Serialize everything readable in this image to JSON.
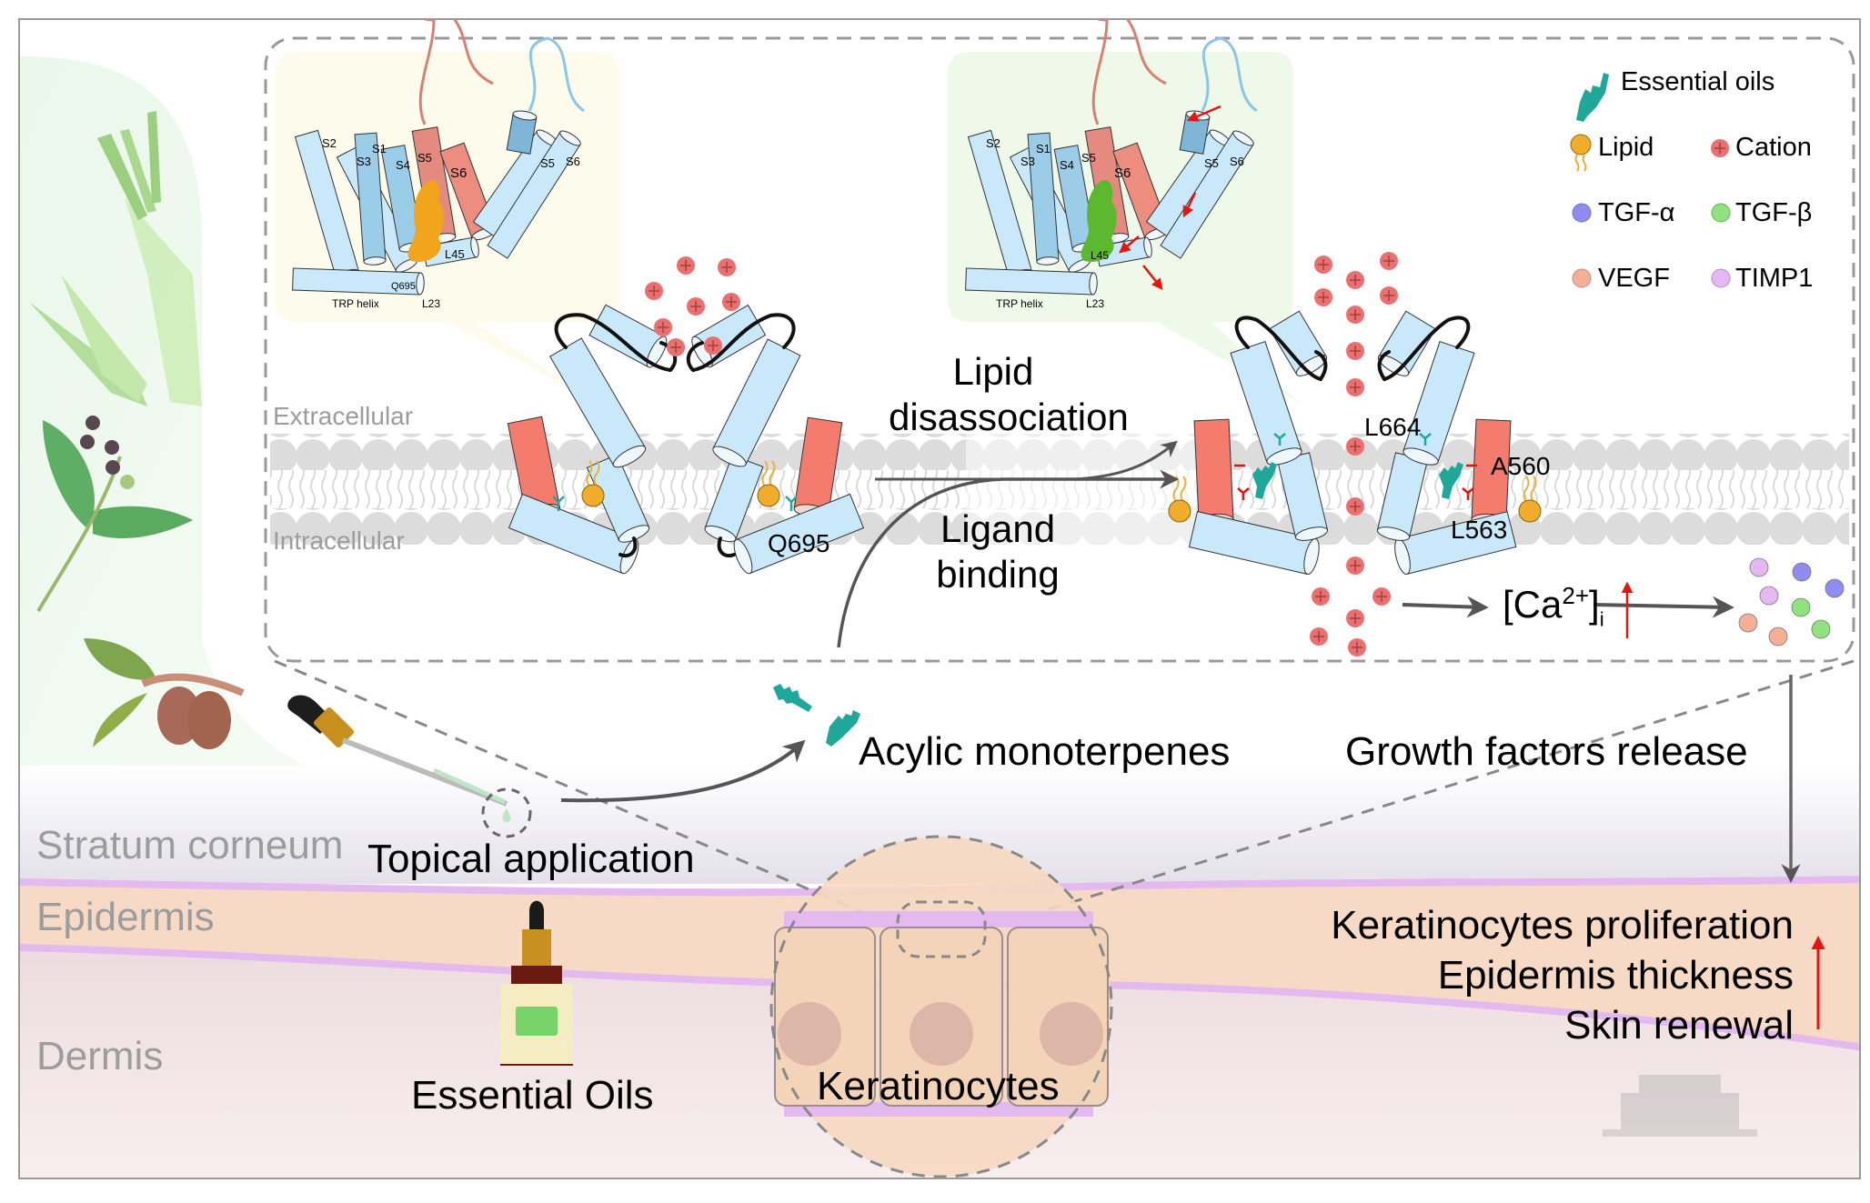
{
  "layers": {
    "stratum_corneum": "Stratum corneum",
    "epidermis": "Epidermis",
    "dermis": "Dermis"
  },
  "membrane": {
    "extracellular": "Extracellular",
    "intracellular": "Intracellular"
  },
  "left_inset": {
    "helices": [
      "S2",
      "S3",
      "S1",
      "S4",
      "S5",
      "S6",
      "S5",
      "S6"
    ],
    "labels": {
      "l45": "L45",
      "q695": "Q695",
      "trp": "TRP helix",
      "l23": "L23"
    },
    "ligand_color": "#f0a51c"
  },
  "right_inset": {
    "helices": [
      "S2",
      "S3",
      "S1",
      "S4",
      "S5",
      "S6",
      "S5",
      "S6"
    ],
    "labels": {
      "l45": "L45",
      "trp": "TRP helix",
      "l23": "L23"
    },
    "ligand_color": "#5cb82e"
  },
  "residues": {
    "q695": "Q695",
    "l664": "L664",
    "a560": "A560",
    "l563": "L563"
  },
  "transitions": {
    "lipid_line1": "Lipid",
    "lipid_line2": "disassociation",
    "ligand_line1": "Ligand",
    "ligand_line2": "binding"
  },
  "calcium": {
    "base": "[Ca",
    "sup": "2+",
    "close": "]",
    "sub": "i"
  },
  "legend": {
    "items": [
      {
        "label": "Essential oils",
        "icon": "essential-oil-molecule",
        "color": "#1fa89a"
      },
      {
        "label": "Lipid",
        "icon": "lipid",
        "color": "#f0ad2b"
      },
      {
        "label": "Cation",
        "icon": "cation",
        "color": "#ea7070"
      },
      {
        "label": "TGF-α",
        "icon": "dot",
        "color": "#8f8cf0"
      },
      {
        "label": "TGF-β",
        "icon": "dot",
        "color": "#8fe27e"
      },
      {
        "label": "VEGF",
        "icon": "dot",
        "color": "#f5ae98"
      },
      {
        "label": "TIMP1",
        "icon": "dot",
        "color": "#e6b8f2"
      }
    ]
  },
  "captions": {
    "acyclic": "Acylic monoterpenes",
    "growth": "Growth factors release",
    "topical": "Topical application",
    "oils": "Essential Oils",
    "keratinocytes": "Keratinocytes"
  },
  "outcomes": [
    "Keratinocytes proliferation",
    "Epidermis thickness",
    "Skin renewal"
  ],
  "colors": {
    "helix_blue": "#c9e9fb",
    "helix_red": "#f47c6f",
    "cation": "#ea7070",
    "teal": "#1fa89a",
    "epidermis": "#f7dcc4",
    "dermis": "#efdfe1",
    "basement": "#e3b9ef",
    "increase_arrow": "#e8140f"
  }
}
